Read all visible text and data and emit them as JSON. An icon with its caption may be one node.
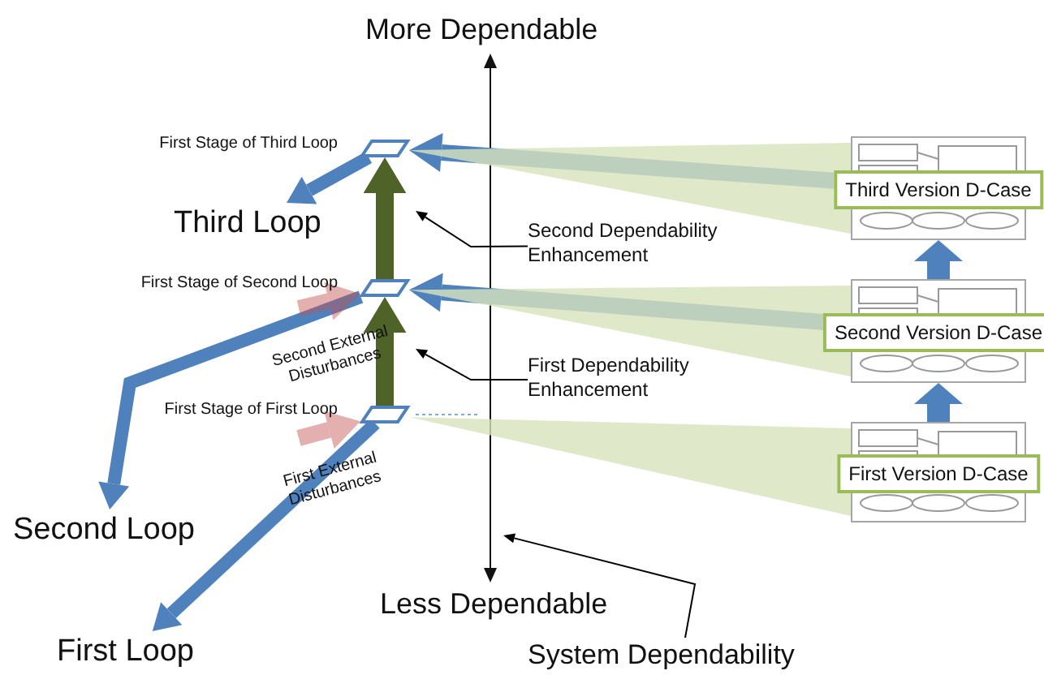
{
  "diagram": {
    "nodes": [
      {
        "text": [],
        "shape": "box",
        "beside": [
          "First Stage of Third Loop"
        ]
      },
      {
        "text": [],
        "shape": "box",
        "beside": [
          "First Stage of Second Loop"
        ]
      },
      {
        "text": [],
        "shape": "box",
        "beside": [
          "First Stage of First Loop"
        ]
      },
      {
        "text": [
          "Third Loop"
        ]
      },
      {
        "text": [
          "Second Loop"
        ]
      },
      {
        "text": [
          "First Loop"
        ]
      },
      {
        "text": [
          "Third Version D-Case"
        ]
      },
      {
        "text": [
          "Second Version D-Case"
        ]
      },
      {
        "text": [
          "First Version D-Case"
        ]
      },
      {
        "text": [
          "Second Dependability Enhancement"
        ]
      },
      {
        "text": [
          "First Dependability Enhancement"
        ]
      },
      {
        "text": [
          "System Dependability"
        ]
      }
    ],
    "edges": [
      {
        "from": 0,
        "to": 3,
        "arrow": "to",
        "color": "#4f81bd"
      },
      {
        "from": 1,
        "to": 4,
        "arrow": "to",
        "color": "#4f81bd"
      },
      {
        "from": 2,
        "to": 5,
        "arrow": "to",
        "color": "#4f81bd"
      },
      {
        "from": 2,
        "to": 1,
        "arrow": "to",
        "color": "#4f6228"
      },
      {
        "from": 1,
        "to": 0,
        "arrow": "to",
        "color": "#4f6228"
      },
      {
        "from": 6,
        "to": 0,
        "arrow": "to",
        "color": "#4f81bd"
      },
      {
        "from": 7,
        "to": 1,
        "arrow": "to",
        "color": "#4f81bd"
      },
      {
        "from": 0,
        "to": 6,
        "arrow": "none",
        "color": "#d7e4bd"
      },
      {
        "from": 1,
        "to": 7,
        "arrow": "none",
        "color": "#d7e4bd"
      },
      {
        "from": 2,
        "to": 8,
        "arrow": "none",
        "color": "#d7e4bd"
      },
      {
        "from": 8,
        "to": 7,
        "arrow": "to",
        "color": "#4f81bd"
      },
      {
        "from": 7,
        "to": 6,
        "arrow": "to",
        "color": "#4f81bd"
      },
      {
        "from": 9,
        "to": null,
        "arrow": "to",
        "color": "#000000"
      },
      {
        "from": 10,
        "to": null,
        "arrow": "to",
        "color": "#000000"
      },
      {
        "from": 11,
        "to": null,
        "arrow": "to",
        "color": "#000000"
      },
      {
        "from": null,
        "to": 1,
        "arrow": "to",
        "color": "#c0504d",
        "label": "Second External Disturbances"
      },
      {
        "from": null,
        "to": 2,
        "arrow": "to",
        "color": "#c0504d",
        "label": "First External Disturbances"
      }
    ],
    "labels": [
      "More Dependable",
      "Less Dependable"
    ]
  }
}
